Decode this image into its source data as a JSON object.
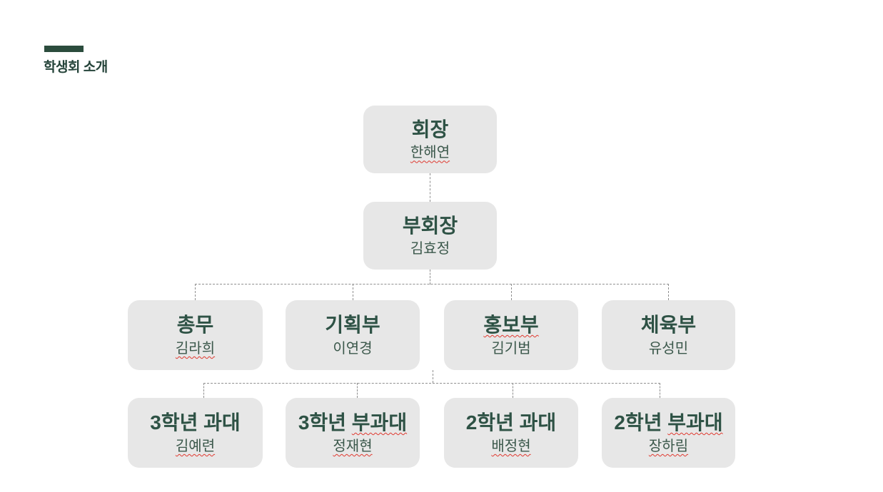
{
  "colors": {
    "background": "#FFFFFF",
    "accent_green": "#2B4C3D",
    "section_title_text": "#25443A",
    "box_fill": "#E7E7E7",
    "node_title_text": "#2E5245",
    "node_name_text": "#3B584B",
    "connector_gray": "#8F8F8F",
    "spellcheck_red": "#E0392F"
  },
  "header": {
    "section_title": "학생회 소개"
  },
  "org_chart": {
    "nodes": [
      {
        "role": "president",
        "title_plain": "회장",
        "title_marked": "",
        "name_plain": "",
        "name_marked": "한해연"
      },
      {
        "role": "vice-president",
        "title_plain": "부회장",
        "title_marked": "",
        "name_plain": "김효정",
        "name_marked": ""
      },
      {
        "role": "general-affairs",
        "title_plain": "총무",
        "title_marked": "",
        "name_plain": "",
        "name_marked": "김라희"
      },
      {
        "role": "planning-dept",
        "title_plain": "기획부",
        "title_marked": "",
        "name_plain": "이연경",
        "name_marked": ""
      },
      {
        "role": "pr-dept",
        "title_plain": "",
        "title_marked": "홍보부",
        "name_plain": "김기범",
        "name_marked": ""
      },
      {
        "role": "sports-dept",
        "title_plain": "체육부",
        "title_marked": "",
        "name_plain": "유성민",
        "name_marked": ""
      },
      {
        "role": "3rd-year-rep",
        "title_plain": "3학년 과대",
        "title_marked": "",
        "name_plain": "",
        "name_marked": "김예련"
      },
      {
        "role": "3rd-year-vice-rep",
        "title_plain": "3학년 ",
        "title_marked": "부과대",
        "name_plain": "",
        "name_marked": "정재현"
      },
      {
        "role": "2nd-year-rep",
        "title_plain": "2학년 과대",
        "title_marked": "",
        "name_plain": "",
        "name_marked": "배정현"
      },
      {
        "role": "2nd-year-vice-rep",
        "title_plain": "2학년 ",
        "title_marked": "부과대",
        "name_plain": "",
        "name_marked": "장하림"
      }
    ]
  }
}
